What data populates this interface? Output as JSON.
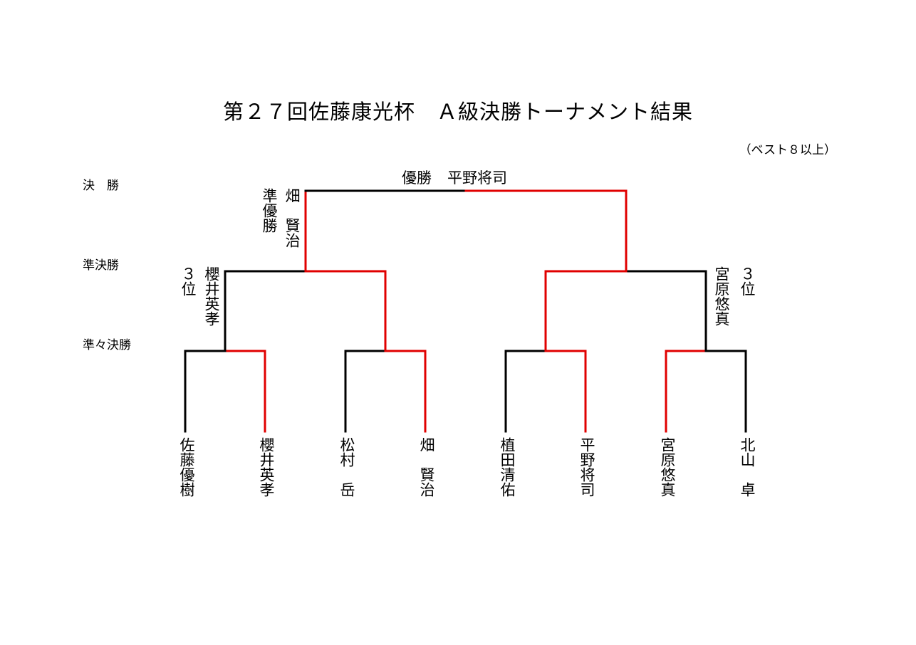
{
  "title": "第２７回佐藤康光杯　Ａ級決勝トーナメント結果",
  "subtitle": "（ベスト８以上）",
  "rounds": {
    "final": "決　勝",
    "semi": "準決勝",
    "quarter": "準々決勝"
  },
  "champion": {
    "label": "優勝",
    "name": "平野将司"
  },
  "runner_up": {
    "label": "準優勝",
    "name": "畑　賢治"
  },
  "third_place": [
    {
      "label": "３位",
      "name": "櫻井英孝"
    },
    {
      "label": "３位",
      "name": "宮原悠真"
    }
  ],
  "players": [
    "佐藤優樹",
    "櫻井英孝",
    "松村　岳",
    "畑　賢治",
    "植田清佑",
    "平野将司",
    "宮原悠真",
    "北山　卓"
  ],
  "winner_color": "#e00000",
  "line_color": "#000000"
}
